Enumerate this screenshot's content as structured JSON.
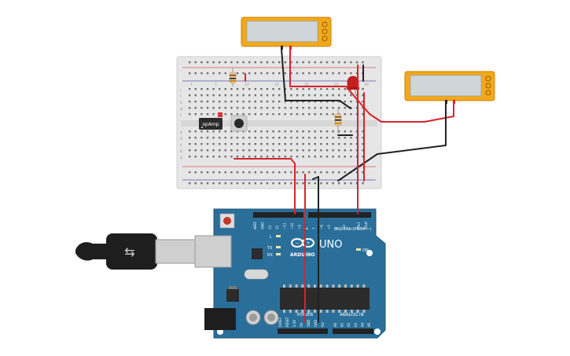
{
  "components": {
    "arduino": {
      "brand": "ARDUINO",
      "model": "UNO",
      "digital_label": "DIGITAL (PWM ~)",
      "power_label": "POWER",
      "analog_label": "ANALOG IN",
      "led_l": "L",
      "led_tx": "TX",
      "led_rx": "RX",
      "led_on": "ON",
      "digital_pins": [
        "AREF",
        "GND",
        "13",
        "12",
        "~11",
        "~10",
        "~9",
        "8",
        "7",
        "~6",
        "~5",
        "4",
        "~3",
        "2",
        "TX▸1",
        "RX◂0"
      ],
      "power_pins": [
        "IOREF",
        "RESET",
        "3.3V",
        "5V",
        "GND",
        "GND",
        "Vin"
      ],
      "analog_pins": [
        "A0",
        "A1",
        "A2",
        "A3",
        "A4",
        "A5"
      ]
    },
    "ic_label": "opAmp",
    "breadboard": {
      "col_numbers": [
        "1",
        "5",
        "10",
        "15",
        "20",
        "25",
        "30"
      ],
      "row_letters_top": [
        "j",
        "i",
        "h",
        "g",
        "f"
      ],
      "row_letters_bottom": [
        "e",
        "d",
        "c",
        "b",
        "a"
      ]
    }
  },
  "colors": {
    "arduino_blue": "#2a6f9a",
    "wire_red": "#d9232a",
    "wire_black": "#222222",
    "meter_yellow": "#f3a81c",
    "breadboard": "#e9e9e9"
  }
}
